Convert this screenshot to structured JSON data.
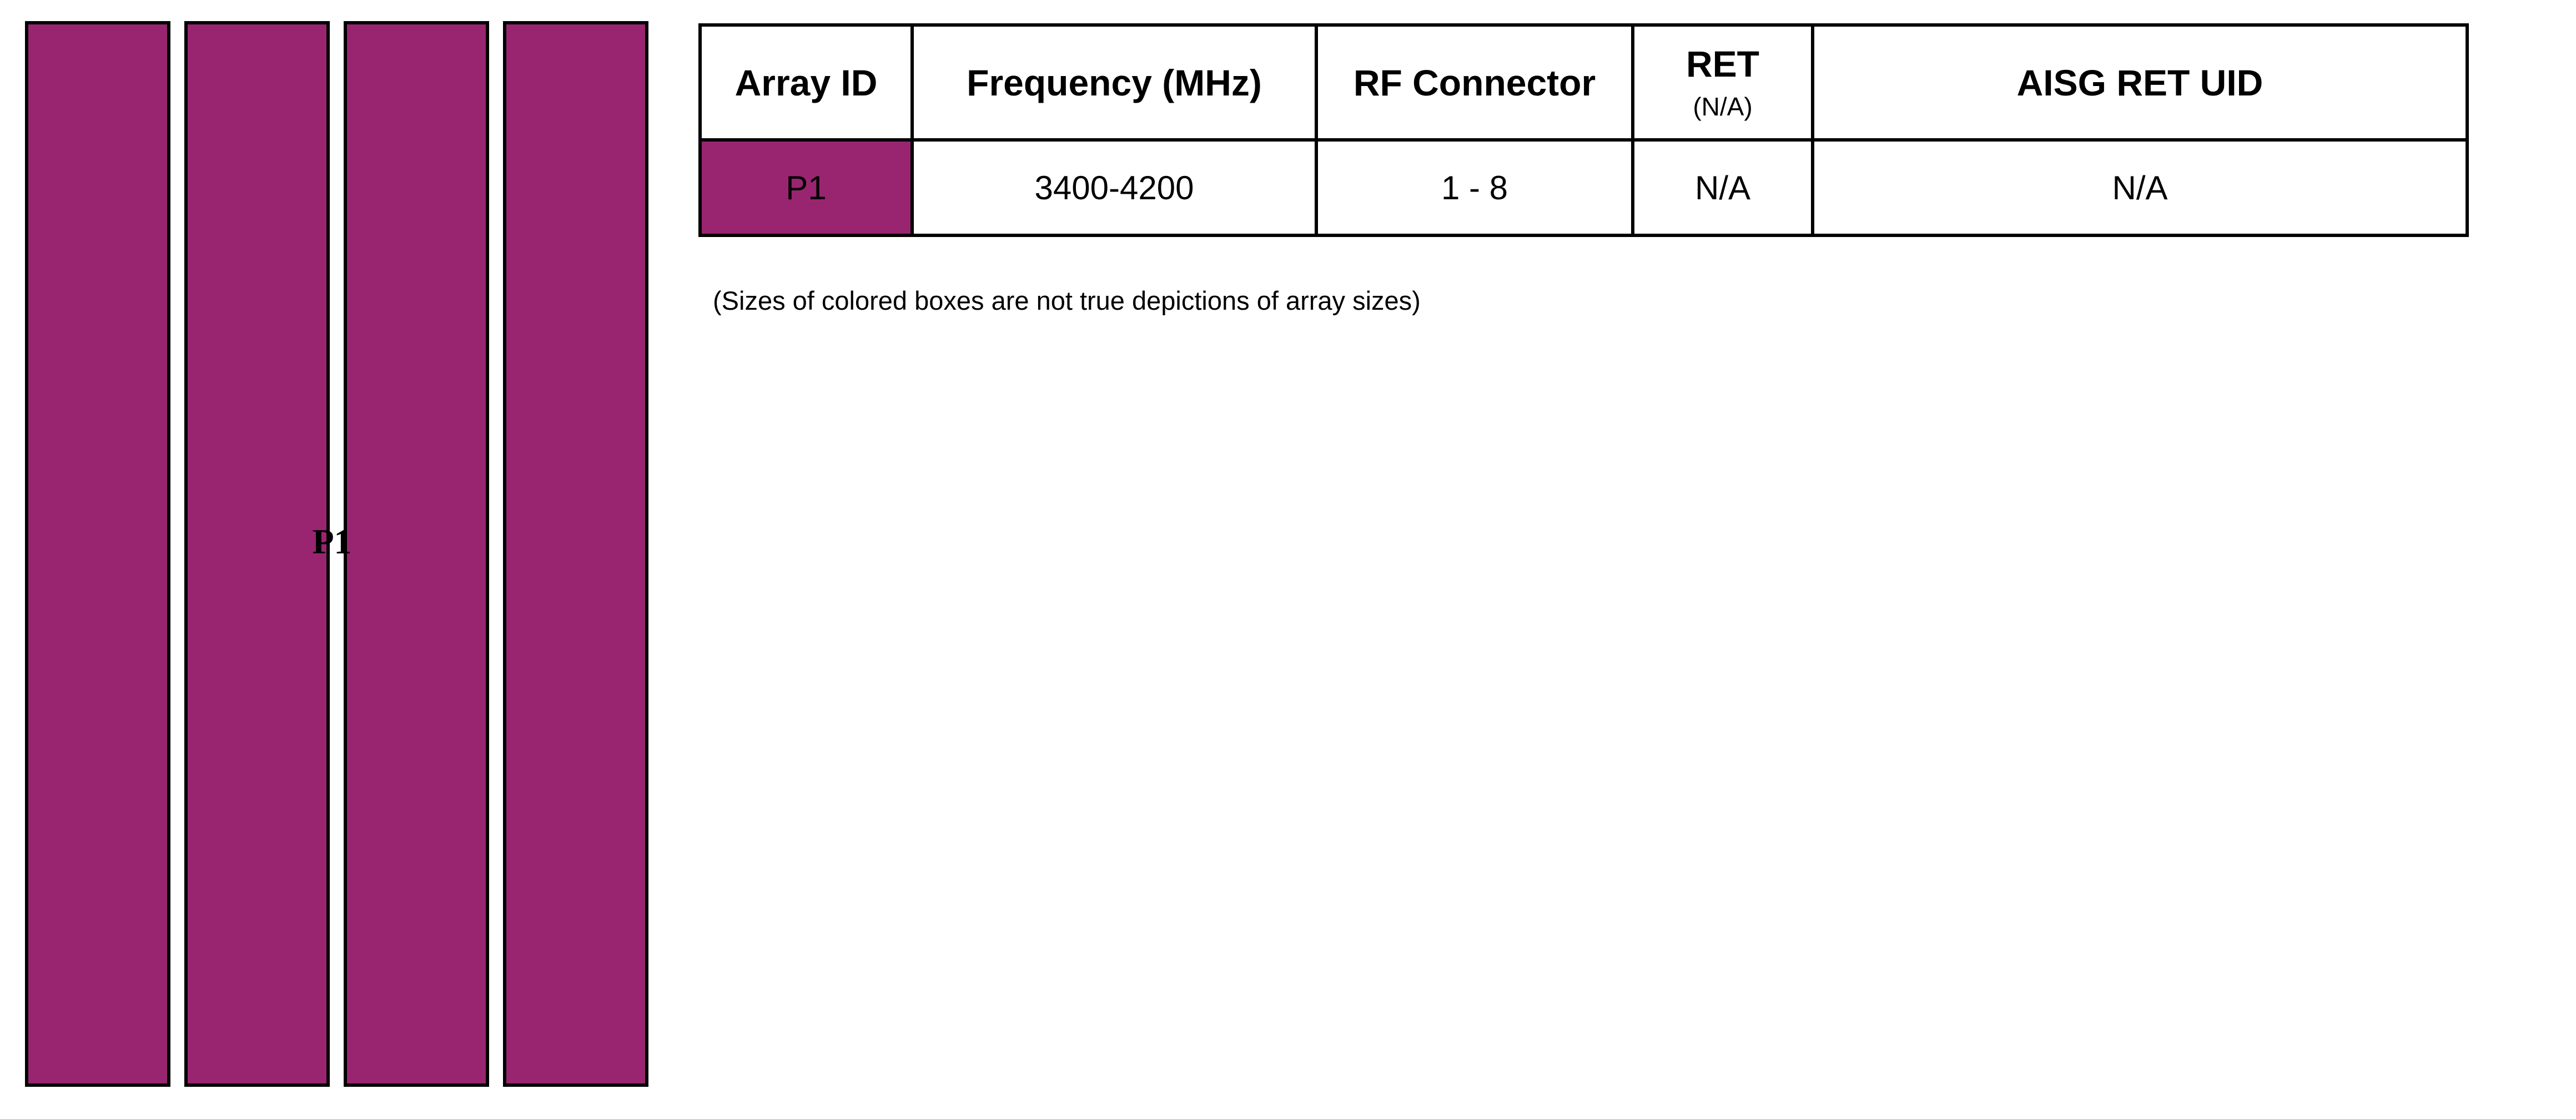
{
  "array_diagram": {
    "label": "P1",
    "bar_count": 4,
    "bar_color": "#992571"
  },
  "table": {
    "headers": {
      "array_id": "Array ID",
      "frequency": "Frequency (MHz)",
      "rf_connector": "RF Connector",
      "ret": "RET",
      "ret_sub": "(N/A)",
      "aisg_ret_uid": "AISG RET UID"
    },
    "rows": [
      {
        "array_id": "P1",
        "frequency": "3400-4200",
        "rf_connector": "1 - 8",
        "ret": "N/A",
        "aisg_ret_uid": "N/A",
        "color": "#992571"
      }
    ]
  },
  "note": "(Sizes of colored boxes are not true depictions of array sizes)"
}
